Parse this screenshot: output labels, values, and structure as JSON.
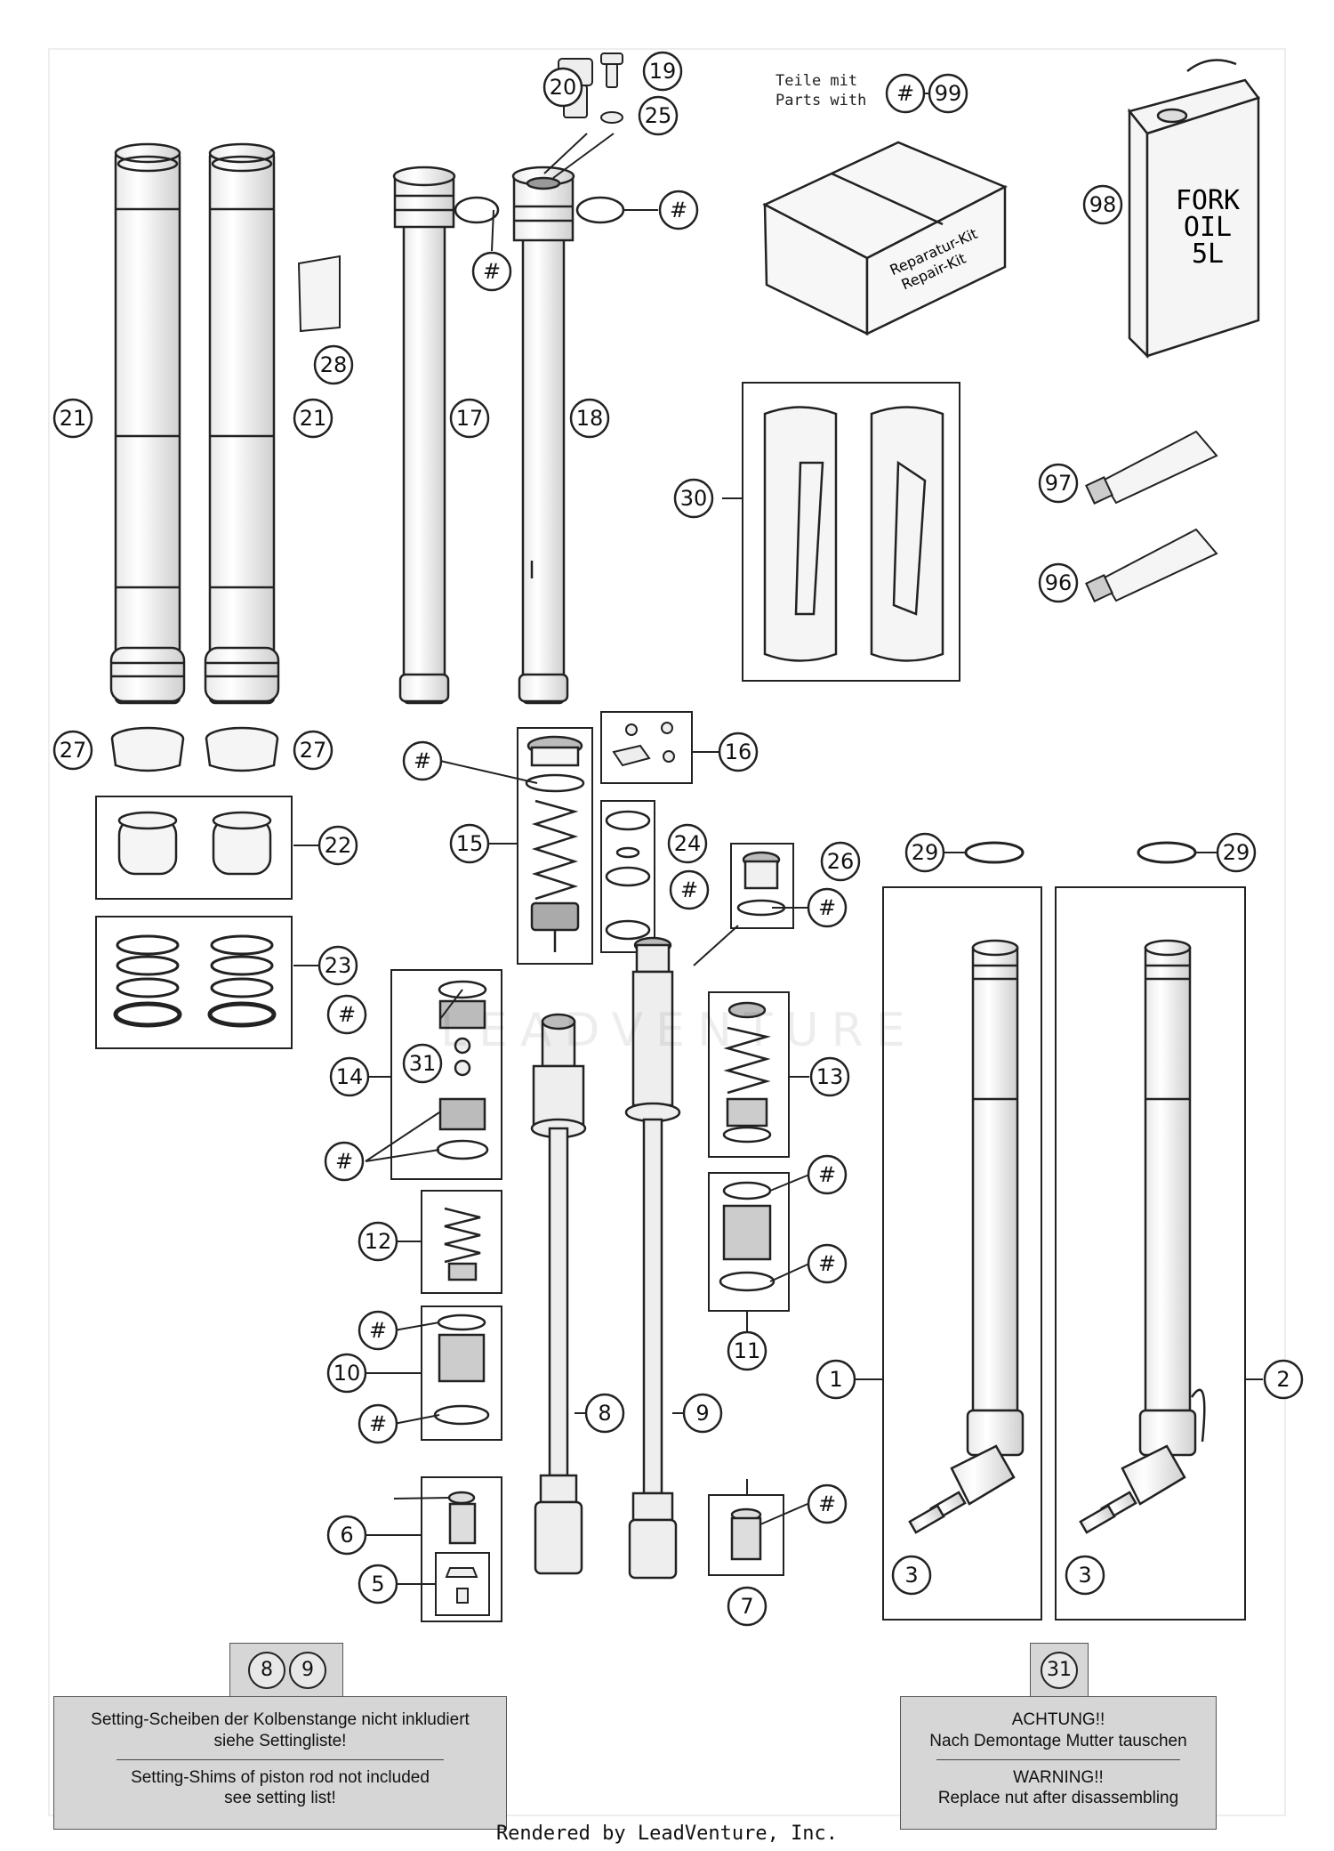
{
  "diagram": {
    "parts_note": {
      "line1": "Teile mit",
      "line2": "Parts with"
    },
    "kit_label": {
      "line1": "Reparatur-Kit",
      "line2": "Repair-Kit"
    },
    "oil_can": {
      "line1": "FORK",
      "line2": "OIL",
      "line3": "5L"
    },
    "watermark": "LEADVENTURE",
    "note_left": {
      "tags": [
        "8",
        "9"
      ],
      "line1": "Setting-Scheiben der Kolbenstange nicht inkludiert",
      "line2": "siehe Settingliste!",
      "line3": "Setting-Shims of piston rod not included",
      "line4": "see setting list!"
    },
    "note_right": {
      "tags": [
        "31"
      ],
      "line1": "ACHTUNG!!",
      "line2": "Nach Demontage Mutter tauschen",
      "line3": "WARNING!!",
      "line4": "Replace nut after disassembling"
    },
    "footer": "Rendered by LeadVenture, Inc.",
    "callouts": [
      "19",
      "20",
      "25",
      "#",
      "99",
      "98",
      "#",
      "#",
      "21",
      "21",
      "28",
      "17",
      "18",
      "30",
      "97",
      "96",
      "27",
      "27",
      "#",
      "16",
      "15",
      "22",
      "24",
      "#",
      "26",
      "#",
      "29",
      "29",
      "23",
      "#",
      "14",
      "31",
      "13",
      "#",
      "12",
      "#",
      "#",
      "11",
      "#",
      "10",
      "8",
      "9",
      "1",
      "2",
      "#",
      "#",
      "6",
      "5",
      "7",
      "3",
      "3"
    ]
  }
}
